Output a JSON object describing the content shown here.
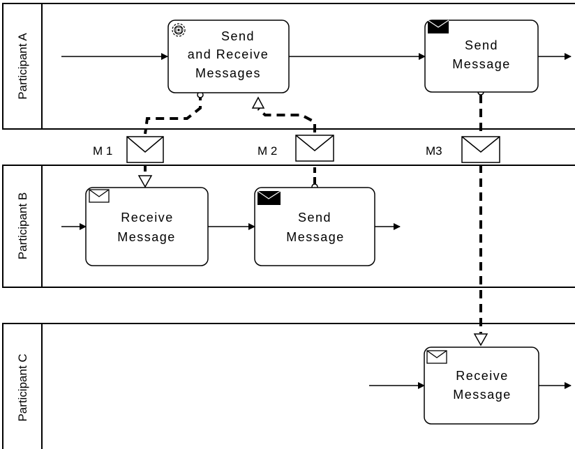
{
  "pools": [
    {
      "label": "Participant A"
    },
    {
      "label": "Participant B"
    },
    {
      "label": "Participant C"
    }
  ],
  "tasks": [
    {
      "id": "a1",
      "lines": [
        "Send",
        "and Receive",
        "Messages"
      ],
      "icon": "gear-icon"
    },
    {
      "id": "a2",
      "lines": [
        "Send",
        "Message"
      ],
      "icon": "filled-envelope-icon"
    },
    {
      "id": "b1",
      "lines": [
        "Receive",
        "Message"
      ],
      "icon": "outline-envelope-icon"
    },
    {
      "id": "b2",
      "lines": [
        "Send",
        "Message"
      ],
      "icon": "filled-envelope-icon"
    },
    {
      "id": "c1",
      "lines": [
        "Receive",
        "Message"
      ],
      "icon": "outline-envelope-icon"
    }
  ],
  "messages": [
    {
      "label": "M 1"
    },
    {
      "label": "M 2"
    },
    {
      "label": "M3"
    }
  ],
  "colors": {
    "stroke": "#000000",
    "background": "#ffffff"
  }
}
